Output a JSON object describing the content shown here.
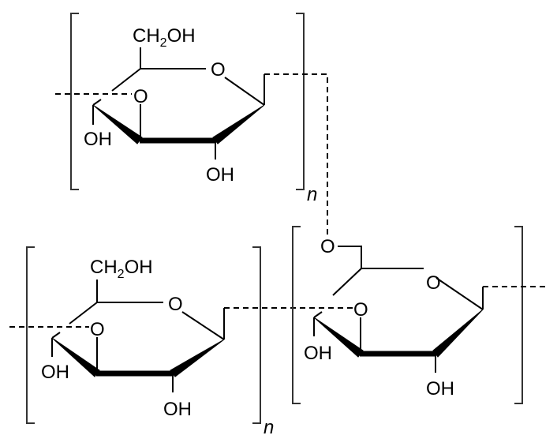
{
  "title": "Polysaccharide repeating units (branched glucan)",
  "units": {
    "top": {
      "substituent": {
        "main": "CH",
        "sub": "2",
        "tail": "OH"
      },
      "ring_oxygen": "O",
      "glycosidic_oxygen": "O",
      "hydroxyl_left": "OH",
      "hydroxyl_bottom": "OH",
      "repeat": "n"
    },
    "bottom_left": {
      "substituent": {
        "main": "CH",
        "sub": "2",
        "tail": "OH"
      },
      "ring_oxygen": "O",
      "glycosidic_oxygen": "O",
      "hydroxyl_left": "OH",
      "hydroxyl_bottom": "OH",
      "repeat": "n"
    },
    "bottom_right": {
      "branch_oxygen": "O",
      "ring_oxygen": "O",
      "glycosidic_oxygen": "O",
      "hydroxyl_left": "OH",
      "hydroxyl_bottom": "OH"
    }
  }
}
